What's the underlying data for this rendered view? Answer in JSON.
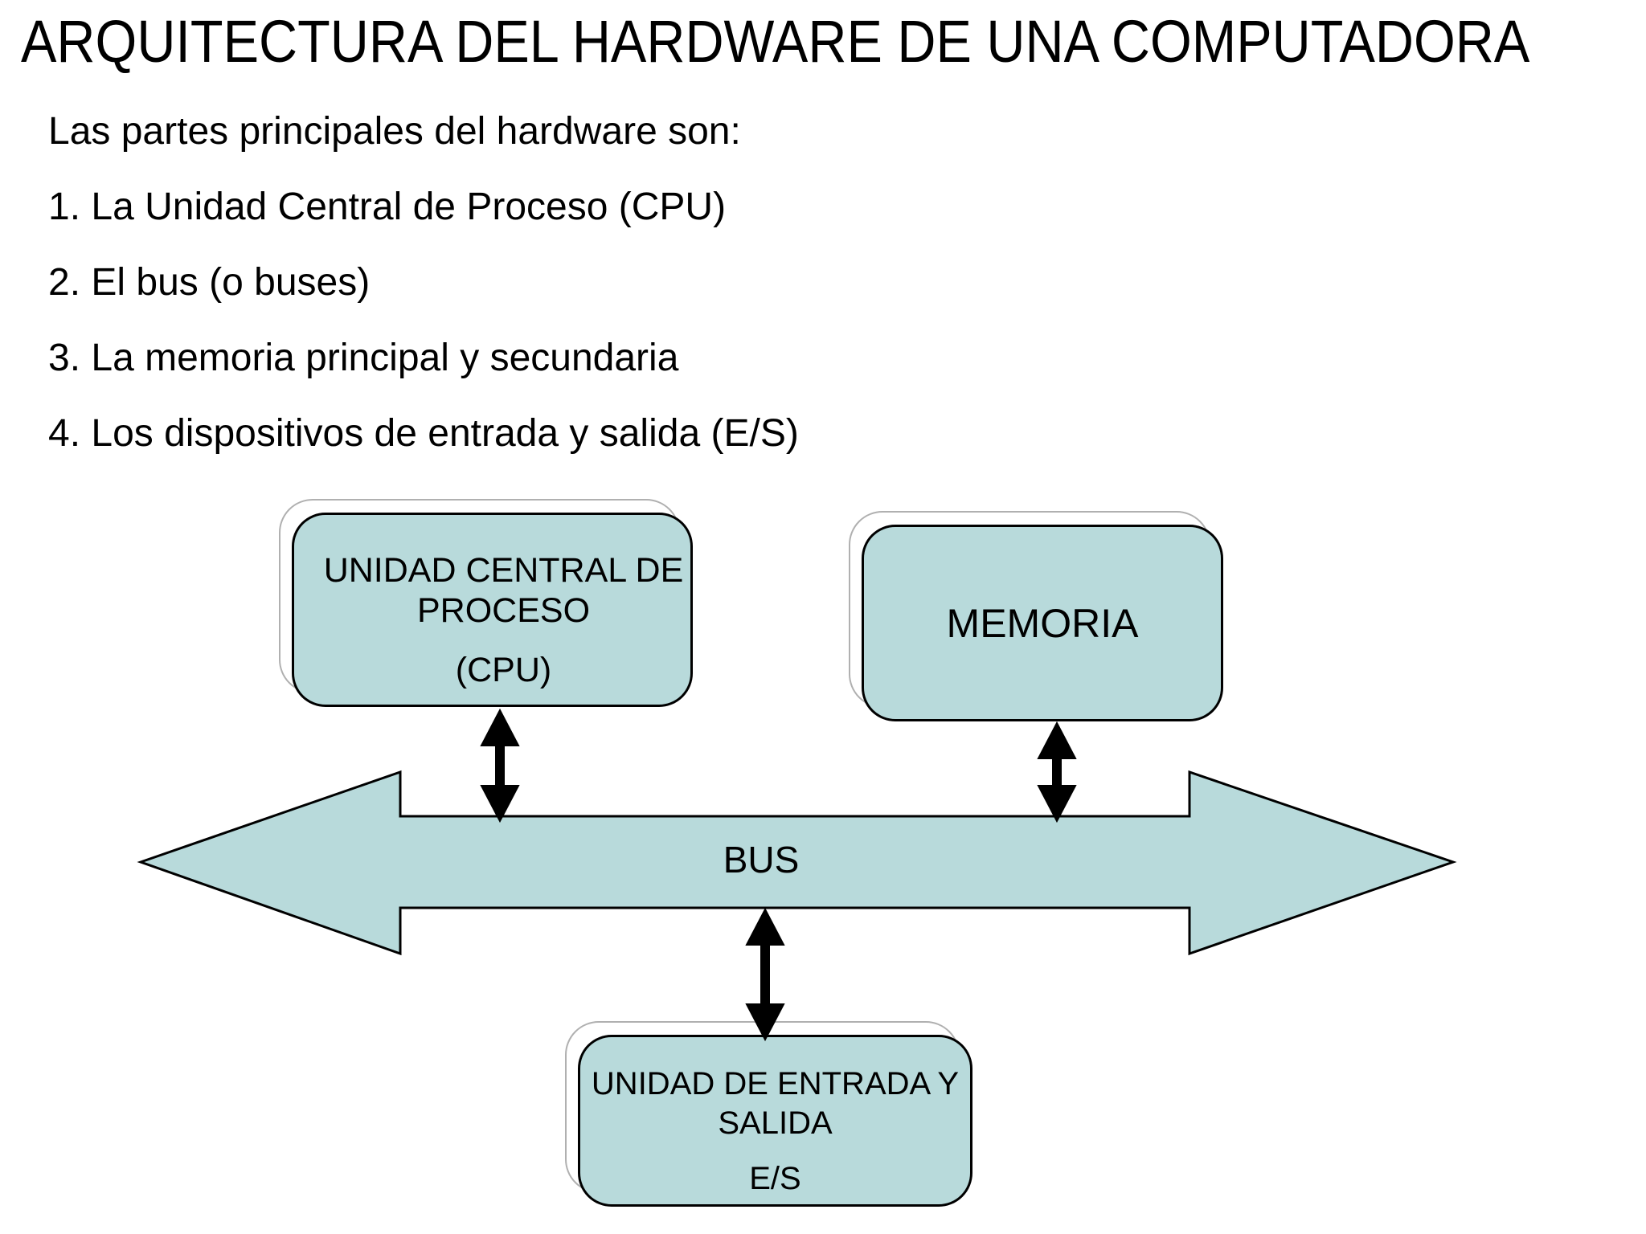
{
  "title": "ARQUITECTURA DEL HARDWARE DE UNA COMPUTADORA",
  "intro": "Las partes principales del hardware son:",
  "list": [
    "1. La Unidad Central de Proceso (CPU)",
    "2. El bus (o buses)",
    "3. La memoria principal y secundaria",
    "4. Los dispositivos de entrada y salida (E/S)"
  ],
  "diagram": {
    "cpu_box": {
      "line1": "UNIDAD CENTRAL DE",
      "line2": "PROCESO",
      "line3": "(CPU)"
    },
    "memory_box": {
      "label": "MEMORIA"
    },
    "bus": {
      "label": "BUS"
    },
    "io_box": {
      "line1": "UNIDAD DE ENTRADA Y",
      "line2": "SALIDA",
      "line3": "E/S"
    },
    "colors": {
      "shape_fill": "#b8dadb",
      "shape_border": "#000000",
      "shadow_border": "#b0b0b0",
      "text": "#000000"
    }
  }
}
